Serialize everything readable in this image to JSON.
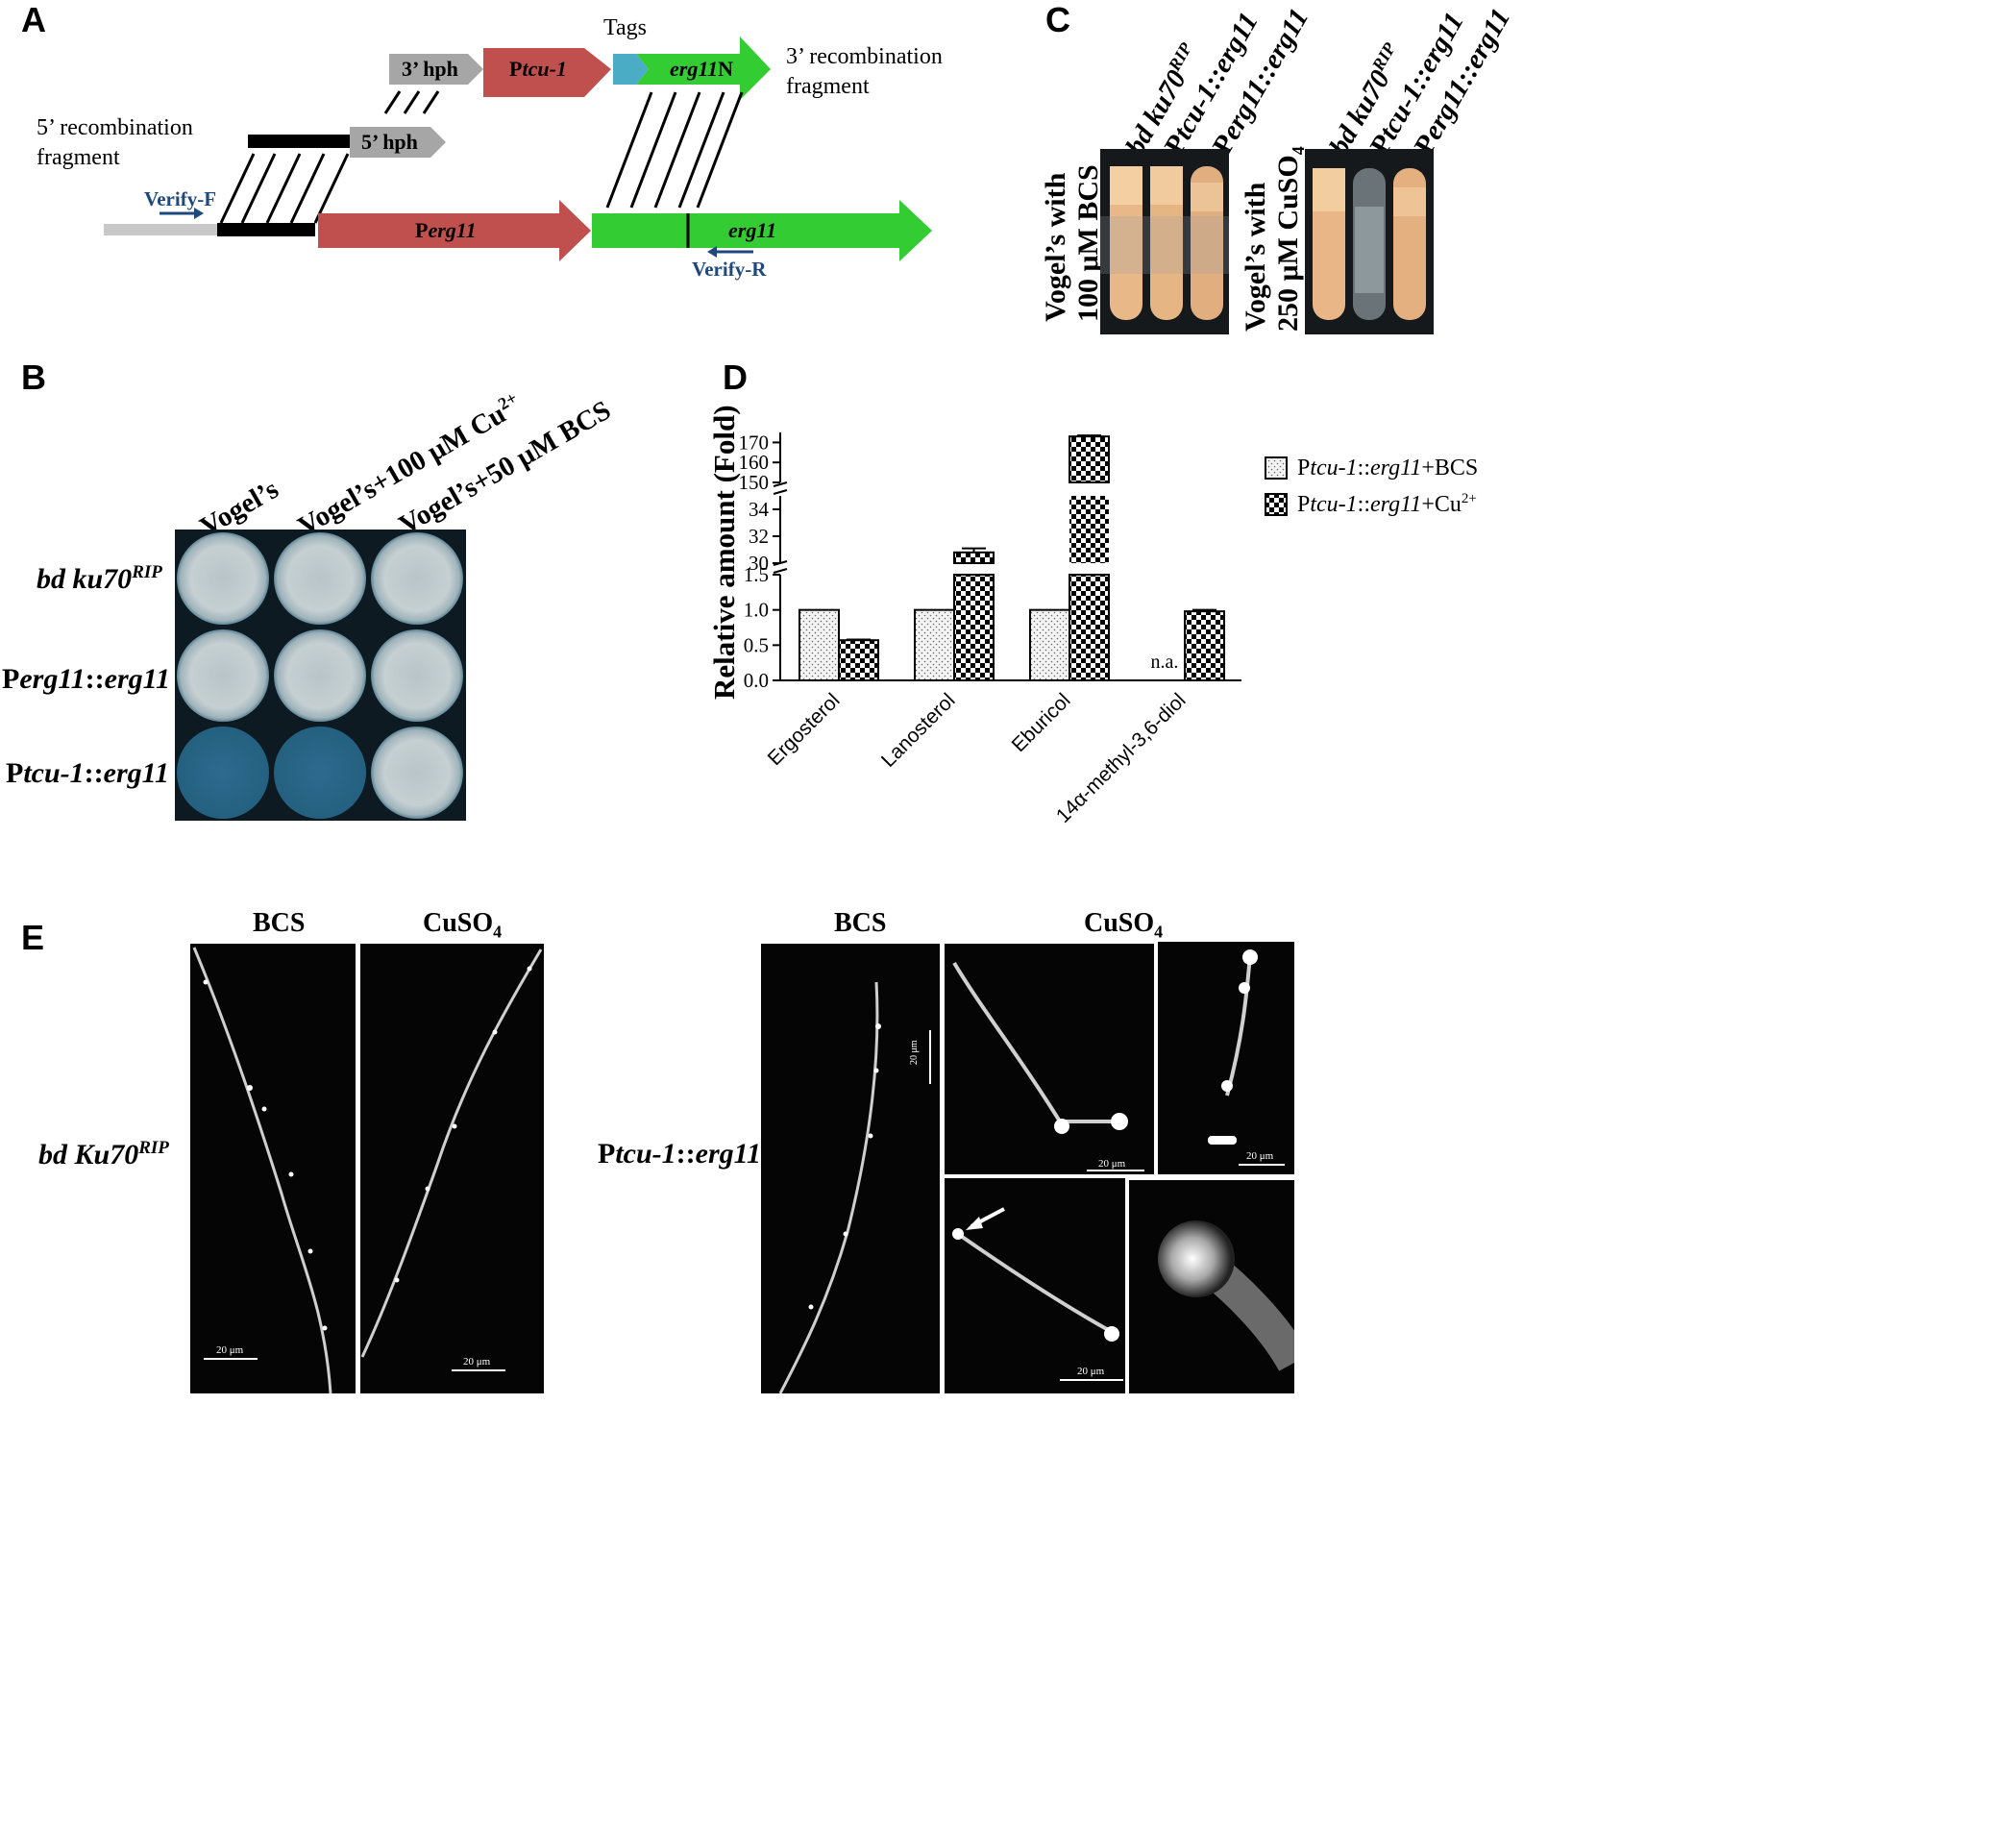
{
  "panels": {
    "a": "A",
    "b": "B",
    "c": "C",
    "d": "D",
    "e": "E"
  },
  "panel_a": {
    "tags": "Tags",
    "hph3": "3’ hph",
    "hph5": "5’ hph",
    "ptcu_p": "P",
    "ptcu_i": "tcu-1",
    "erg11n_i": "erg11",
    "erg11n_n": "N",
    "perg_p": "P",
    "perg_i": "erg11",
    "erg11": "erg11",
    "frag5_l1": "5’ recombination",
    "frag5_l2": "fragment",
    "frag3_l1": "3’ recombination",
    "frag3_l2": "fragment",
    "verify_f": "Verify-F",
    "verify_r": "Verify-R",
    "colors": {
      "grey": "#a6a6a6",
      "red": "#c0504d",
      "green": "#33cc33",
      "teal": "#4bacc6",
      "blue": "#1f497d"
    }
  },
  "panel_b": {
    "col1": "Vogel’s",
    "col2a": "Vogel’s+100 μM Cu",
    "col2sup": "2+",
    "col3": "Vogel’s+50 μM BCS",
    "row1_i": "bd ku70",
    "row1_sup": "RIP",
    "row2_p": "P",
    "row2_i": "erg11",
    "row2_s": "::",
    "row2_i2": "erg11",
    "row3_p": "P",
    "row3_i": "tcu-1",
    "row3_s": "::",
    "row3_i2": "erg11"
  },
  "panel_c": {
    "h1_i": "bd ku70",
    "h1_sup": "RIP",
    "h2_p": "P",
    "h2_i": "tcu-1::erg11",
    "h3_p": "P",
    "h3_i": "erg11::erg11",
    "side1_l1": "Vogel’s with",
    "side1_l2": "100 μM BCS",
    "side2_l1": "Vogel’s with",
    "side2_l2": "250 μM CuSO",
    "side2_sub": "4"
  },
  "chart_data": {
    "type": "bar",
    "ylabel": "Relative amount (Fold)",
    "categories": [
      "Ergosterol",
      "Lanosterol",
      "Eburicol",
      "14α-methyl-3,6-diol"
    ],
    "series": [
      {
        "name": "Ptcu-1::erg11+BCS",
        "values": [
          1.0,
          1.0,
          1.0,
          null
        ],
        "pattern": "dots"
      },
      {
        "name": "Ptcu-1::erg11+Cu2+",
        "values": [
          0.57,
          30.8,
          173,
          0.98
        ],
        "pattern": "checker"
      }
    ],
    "error": [
      [
        0,
        0,
        0,
        null
      ],
      [
        0.01,
        0.3,
        0.5,
        0.02
      ]
    ],
    "axis_segments": [
      {
        "ylim": [
          0,
          1.5
        ],
        "ticks": [
          "0.0",
          "0.5",
          "1.0",
          "1.5"
        ]
      },
      {
        "ylim": [
          30,
          35
        ],
        "ticks": [
          "30",
          "32",
          "34"
        ]
      },
      {
        "ylim": [
          150,
          175
        ],
        "ticks": [
          "150",
          "160",
          "170"
        ]
      }
    ],
    "annotations": [
      "n.a."
    ],
    "legend": {
      "placement": "right",
      "items": [
        {
          "p": "P",
          "i": "tcu-1",
          "s": "::",
          "i2": "erg11",
          "t": "+BCS"
        },
        {
          "p": "P",
          "i": "tcu-1",
          "s": "::",
          "i2": "erg11",
          "t": "+Cu",
          "sup": "2+"
        }
      ]
    }
  },
  "panel_e": {
    "bcs": "BCS",
    "cuso": "CuSO",
    "cuso_sub": "4",
    "left_label_i": "bd Ku70",
    "left_label_sup": "RIP",
    "right_label_p": "P",
    "right_label_i": "tcu-1",
    "right_label_s": "::",
    "right_label_i2": "erg11",
    "scale": "20 μm"
  }
}
